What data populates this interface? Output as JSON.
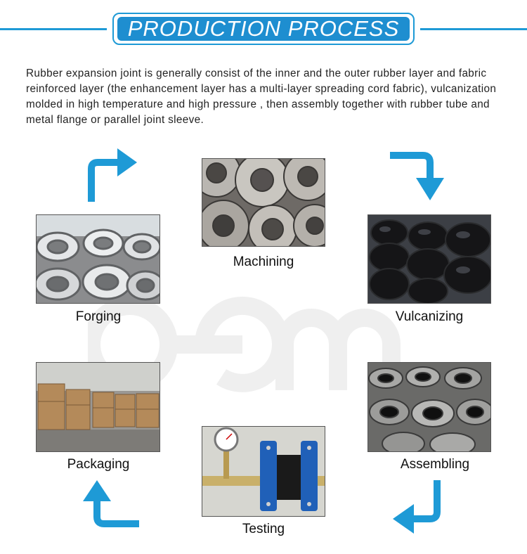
{
  "header": {
    "title": "PRODUCTION PROCESS",
    "accent": "#1e9ad6"
  },
  "intro": {
    "text": "Rubber expansion joint is generally consist of the inner and the outer rubber layer and fabric reinforced layer (the enhancement layer has a multi-layer spreading cord fabric), vulcanization molded in high temperature and high pressure , then assembly together with rubber tube and metal flange or parallel joint sleeve."
  },
  "watermark": {
    "text": "oem",
    "color": "#eeeeee"
  },
  "steps": [
    {
      "label": "Machining"
    },
    {
      "label": "Vulcanizing"
    },
    {
      "label": "Assembling"
    },
    {
      "label": "Testing"
    },
    {
      "label": "Packaging"
    },
    {
      "label": "Forging"
    }
  ],
  "arrows": {
    "color": "#1e9ad6"
  }
}
